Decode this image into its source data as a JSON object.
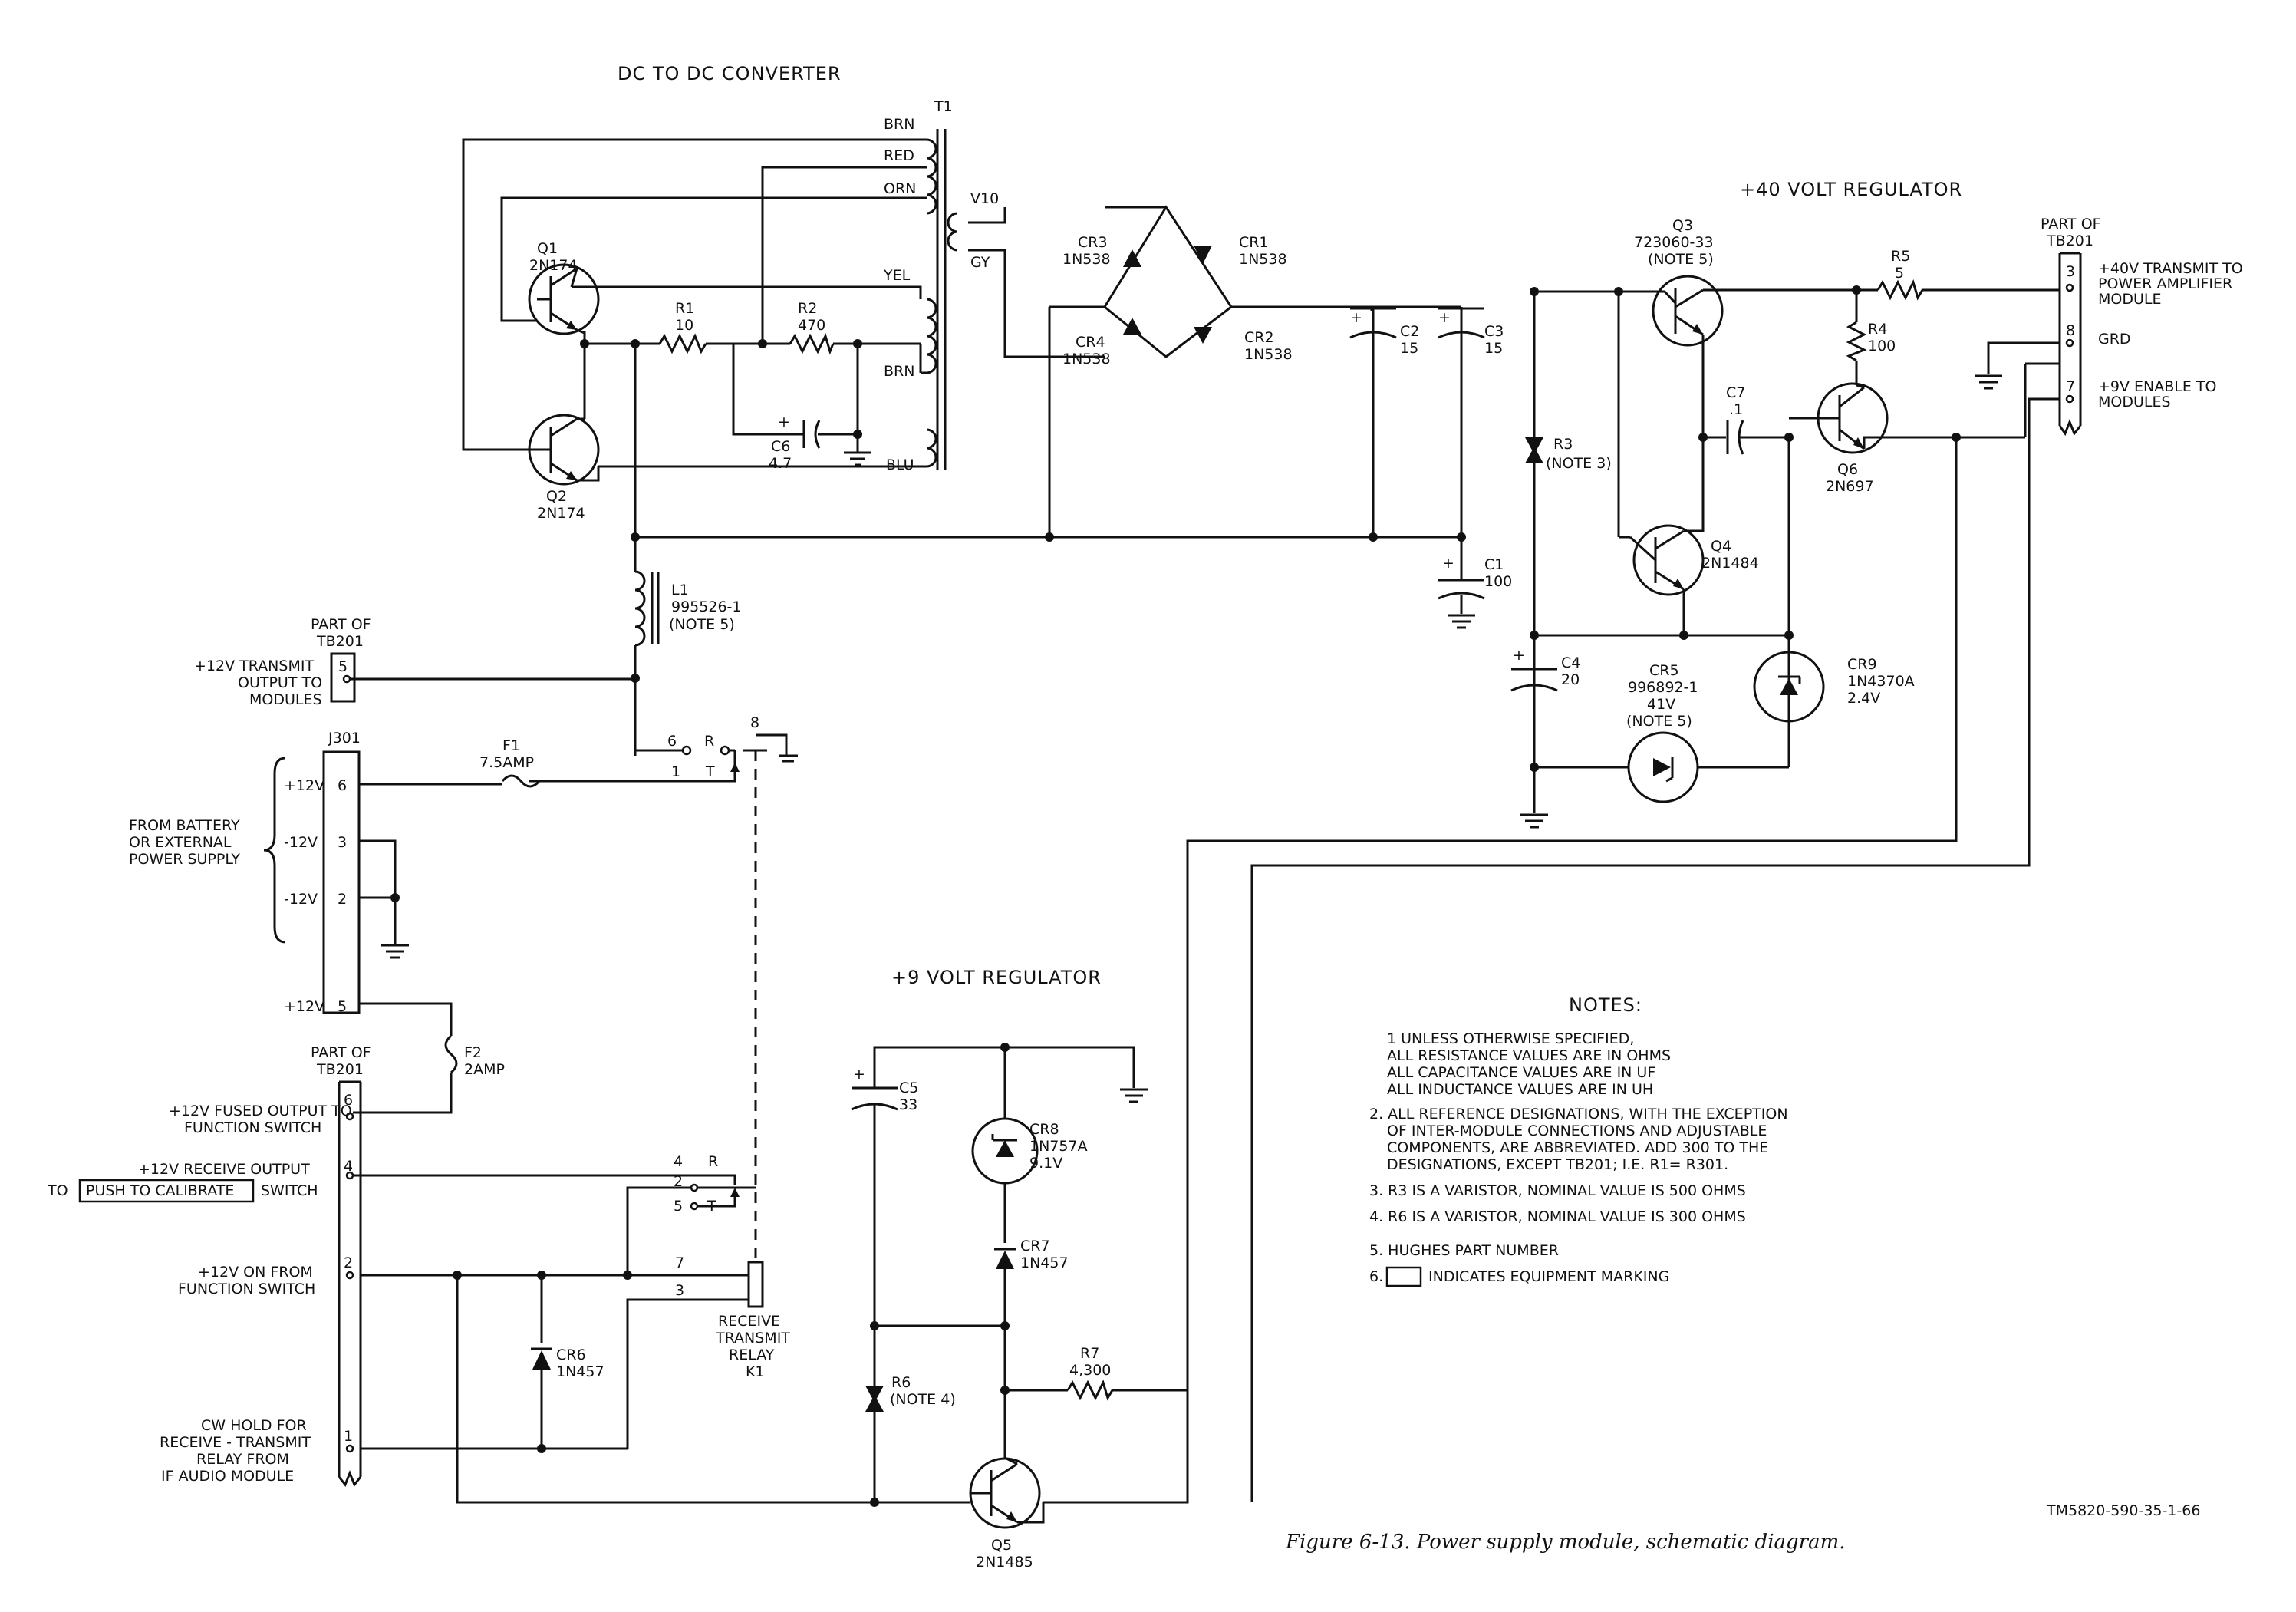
{
  "sections": {
    "dc_converter": "DC TO DC  CONVERTER",
    "reg40": "+40 VOLT REGULATOR",
    "reg9": "+9 VOLT REGULATOR"
  },
  "components": {
    "t1": {
      "ref": "T1",
      "taps": [
        "BRN",
        "RED",
        "ORN",
        "YEL",
        "BRN",
        "BLU"
      ],
      "sec": [
        "V10",
        "GY"
      ]
    },
    "q1": {
      "ref": "Q1",
      "val": "2N174"
    },
    "q2": {
      "ref": "Q2",
      "val": "2N174"
    },
    "r1": {
      "ref": "R1",
      "val": "10"
    },
    "r2": {
      "ref": "R2",
      "val": "470"
    },
    "c6": {
      "ref": "C6",
      "val": "4.7"
    },
    "l1": {
      "ref": "L1",
      "val": "995526-1",
      "note": "(NOTE 5)"
    },
    "cr1": {
      "ref": "CR1",
      "val": "1N538"
    },
    "cr2": {
      "ref": "CR2",
      "val": "1N538"
    },
    "cr3": {
      "ref": "CR3",
      "val": "1N538"
    },
    "cr4": {
      "ref": "CR4",
      "val": "1N538"
    },
    "c1": {
      "ref": "C1",
      "val": "100"
    },
    "c2": {
      "ref": "C2",
      "val": "15"
    },
    "c3": {
      "ref": "C3",
      "val": "15"
    },
    "c4": {
      "ref": "C4",
      "val": "20"
    },
    "c7": {
      "ref": "C7",
      "val": ".1"
    },
    "r3": {
      "ref": "R3",
      "note": "(NOTE 3)"
    },
    "q3": {
      "ref": "Q3",
      "val": "723060-33",
      "note": "(NOTE 5)"
    },
    "q4": {
      "ref": "Q4",
      "val": "2N1484"
    },
    "q6": {
      "ref": "Q6",
      "val": "2N697"
    },
    "r4": {
      "ref": "R4",
      "val": "100"
    },
    "r5": {
      "ref": "R5",
      "val": "5"
    },
    "cr5": {
      "ref": "CR5",
      "val": "996892-1",
      "v": "41V",
      "note": "(NOTE 5)"
    },
    "cr9": {
      "ref": "CR9",
      "val": "1N4370A",
      "v": "2.4V"
    },
    "f1": {
      "ref": "F1",
      "val": "7.5AMP"
    },
    "f2": {
      "ref": "F2",
      "val": "2AMP"
    },
    "cr6": {
      "ref": "CR6",
      "val": "1N457"
    },
    "cr7": {
      "ref": "CR7",
      "val": "1N457"
    },
    "cr8": {
      "ref": "CR8",
      "val": "1N757A",
      "v": "9.1V"
    },
    "c5": {
      "ref": "C5",
      "val": "33"
    },
    "r6": {
      "ref": "R6",
      "note": "(NOTE 4)"
    },
    "r7": {
      "ref": "R7",
      "val": "4,300"
    },
    "q5": {
      "ref": "Q5",
      "val": "2N1485"
    },
    "k1": {
      "l1": "RECEIVE",
      "l2": "TRANSMIT",
      "l3": "RELAY",
      "l4": "K1"
    }
  },
  "relay_contacts": {
    "c6": "6",
    "c1": "1",
    "c8": "8",
    "c4": "4",
    "c2": "2",
    "c5": "5",
    "c7": "7",
    "c3": "3",
    "r": "R",
    "t": "T"
  },
  "connectors": {
    "tb201_top": {
      "l1": "PART OF",
      "l2": "TB201",
      "p3": "3",
      "p8": "8",
      "p7": "7",
      "s3a": "+40V TRANSMIT  TO",
      "s3b": "POWER AMPLIFIER",
      "s3c": "MODULE",
      "s8": "GRD",
      "s7a": "+9V ENABLE  TO",
      "s7b": "MODULES"
    },
    "tb201_l1": {
      "l1": "PART OF",
      "l2": "TB201",
      "p5": "5",
      "sa": "+12V TRANSMIT",
      "sb": "OUTPUT TO",
      "sc": "MODULES"
    },
    "j301": {
      "ref": "J301",
      "p6": "6",
      "p3": "3",
      "p2": "2",
      "p5": "5",
      "v6": "+12V",
      "v3": "-12V",
      "v2": "-12V",
      "v5": "+12V",
      "src1": "FROM BATTERY",
      "src2": "OR EXTERNAL",
      "src3": "POWER SUPPLY"
    },
    "tb201_bottom": {
      "l1": "PART OF",
      "l2": "TB201",
      "p6": "6",
      "p4": "4",
      "p2": "2",
      "p1": "1",
      "s6a": "+12V FUSED OUTPUT TO",
      "s6b": "FUNCTION SWITCH",
      "s4a": "+12V RECEIVE OUTPUT",
      "s4pre": "TO",
      "s4box": "PUSH TO CALIBRATE",
      "s4post": "SWITCH",
      "s2a": "+12V ON FROM",
      "s2b": "FUNCTION SWITCH",
      "s1a": "CW HOLD FOR",
      "s1b": "RECEIVE - TRANSMIT",
      "s1c": "RELAY FROM",
      "s1d": "IF AUDIO MODULE"
    }
  },
  "notes": {
    "title": "NOTES:",
    "n1a": "1  UNLESS OTHERWISE SPECIFIED,",
    "n1b": "ALL RESISTANCE VALUES ARE IN OHMS",
    "n1c": "ALL CAPACITANCE VALUES ARE IN UF",
    "n1d": "ALL INDUCTANCE VALUES ARE IN UH",
    "n2a": "2.  ALL REFERENCE DESIGNATIONS, WITH THE EXCEPTION",
    "n2b": "OF INTER-MODULE CONNECTIONS AND ADJUSTABLE",
    "n2c": "COMPONENTS, ARE ABBREVIATED.  ADD 300 TO THE",
    "n2d": "DESIGNATIONS, EXCEPT TB201;  I.E. R1= R301.",
    "n3": "3.  R3 IS A VARISTOR, NOMINAL VALUE IS 500 OHMS",
    "n4": "4.  R6 IS A VARISTOR, NOMINAL VALUE IS 300 OHMS",
    "n5": "5.  HUGHES PART NUMBER",
    "n6pre": "6.",
    "n6": "INDICATES EQUIPMENT MARKING"
  },
  "caption": "Figure 6-13.  Power supply module, schematic diagram.",
  "doc_id": "TM5820-590-35-1-66"
}
